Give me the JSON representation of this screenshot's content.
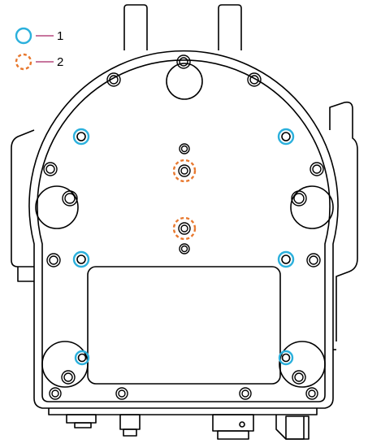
{
  "legend": {
    "items": [
      {
        "label": "1",
        "marker": "solid-circle",
        "color": "#2bb0dc"
      },
      {
        "label": "2",
        "marker": "dashed-circle",
        "color": "#e8782e"
      }
    ],
    "line_color": "#b5487f"
  },
  "colors": {
    "outline": "#000000",
    "device_fill": "#ffffff",
    "cyan": "#2bb0dc",
    "orange": "#e8782e"
  },
  "device": {
    "description_icon": "camera-mount-bottom-plate-icon",
    "callouts": {
      "type_1_count": 6,
      "type_2_count": 2
    }
  }
}
